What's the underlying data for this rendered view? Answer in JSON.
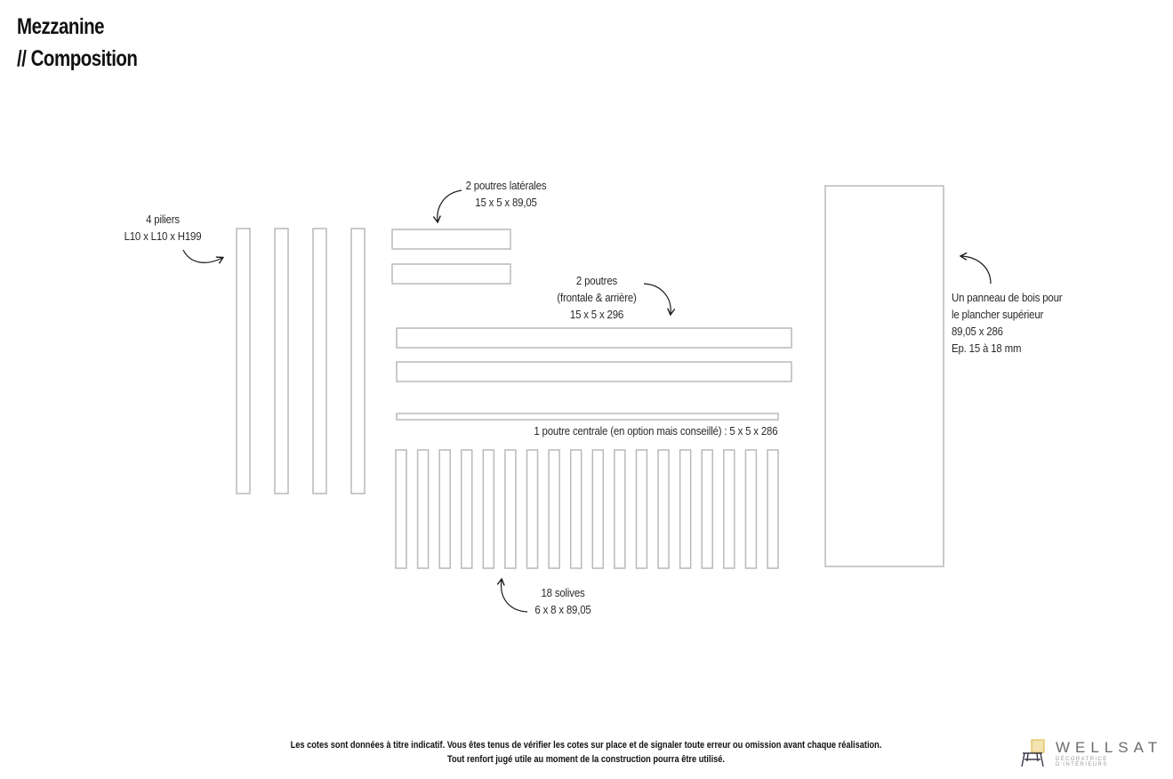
{
  "title": {
    "line1": "Mezzanine",
    "line2": "// Composition"
  },
  "labels": {
    "piliers": [
      "4 piliers",
      "L10 x L10 x H199"
    ],
    "poutres_laterales": [
      "2 poutres latérales",
      "15 x 5 x 89,05"
    ],
    "poutres": [
      "2 poutres",
      "(frontale & arrière)",
      "15 x 5 x 296"
    ],
    "poutre_centrale": "1 poutre centrale (en option mais conseillé) : 5 x 5 x 286",
    "solives": [
      "18 solives",
      "6 x 8 x 89,05"
    ],
    "panneau": [
      "Un panneau de bois pour",
      "le plancher supérieur",
      "89,05 x 286",
      "Ep. 15 à 18 mm"
    ]
  },
  "parts": {
    "piliers_count": 4,
    "poutres_laterales_count": 2,
    "poutres_count": 2,
    "poutre_centrale_count": 1,
    "solives_count": 18,
    "panneau_count": 1
  },
  "footer": {
    "line1": "Les cotes sont données à titre indicatif. Vous êtes tenus de vérifier les cotes sur place et de signaler toute erreur ou omission avant chaque réalisation.",
    "line2": "Tout renfort jugé utile au moment de la construction pourra être utilisé."
  },
  "logo": {
    "name": "WELLSAT",
    "tagline": "Décoratrice d'intérieurs"
  },
  "colors": {
    "outline": "#b9b9b9",
    "arrow": "#1a1a1a",
    "logo_accent": "#e2bf5a",
    "logo_dark": "#3a3a4a"
  }
}
